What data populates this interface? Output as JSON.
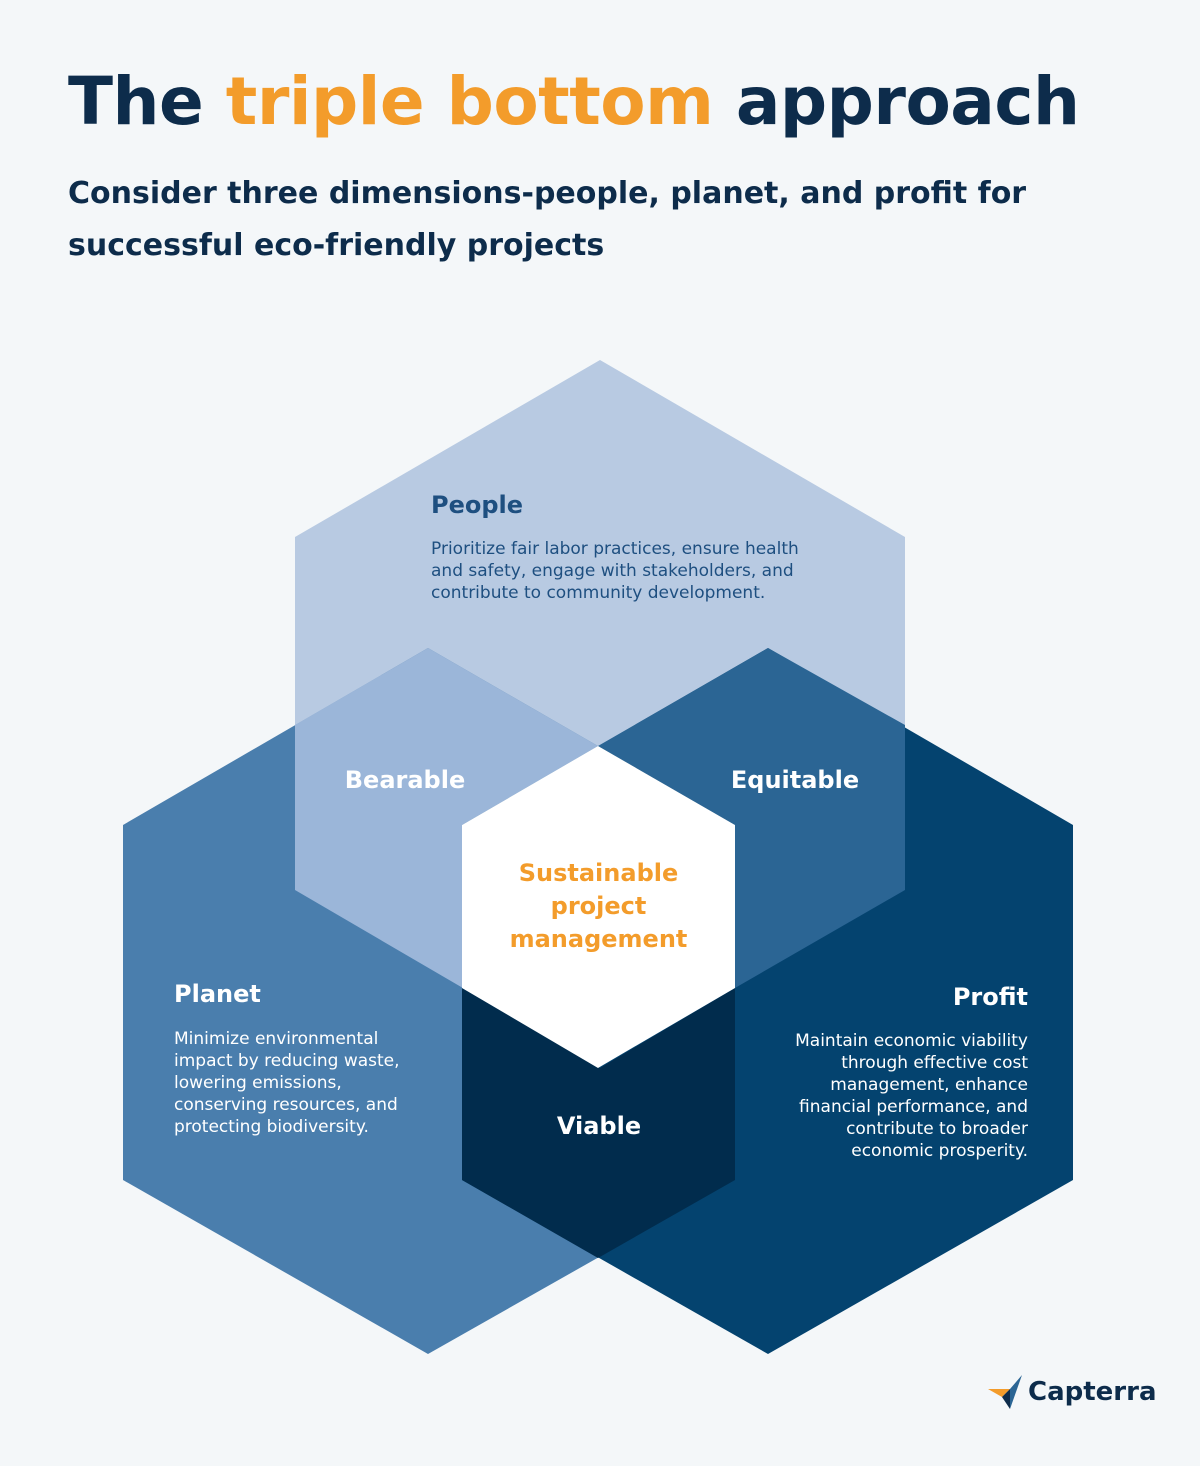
{
  "title": {
    "part1": "The",
    "accent": "triple bottom",
    "part2": "approach"
  },
  "subtitle": "Consider three dimensions-people, planet, and profit for successful eco-friendly projects",
  "people": {
    "heading": "People",
    "text": "Prioritize fair labor practices, ensure health and safety, engage with stakeholders, and contribute to community development."
  },
  "planet": {
    "heading": "Planet",
    "text": "Minimize environmental impact by reducing waste, lowering emissions, conserving resources, and protecting biodiversity."
  },
  "profit": {
    "heading": "Profit",
    "text": "Maintain economic viability through effective cost management, enhance financial performance, and contribute to broader economic prosperity."
  },
  "overlaps": {
    "bearable": "Bearable",
    "equitable": "Equitable",
    "viable": "Viable"
  },
  "center": "Sustainable project management",
  "logo": {
    "name": "Capterra"
  },
  "colors": {
    "people": "#b8cae2",
    "planet": "#4a7ead",
    "profit": "#04436f",
    "bearable": "#9bb6d9",
    "equitable": "#2b6594",
    "viable": "#012c4d",
    "center": "#ffffff",
    "accent": "#f39c2b",
    "navy": "#0d2c4b"
  }
}
